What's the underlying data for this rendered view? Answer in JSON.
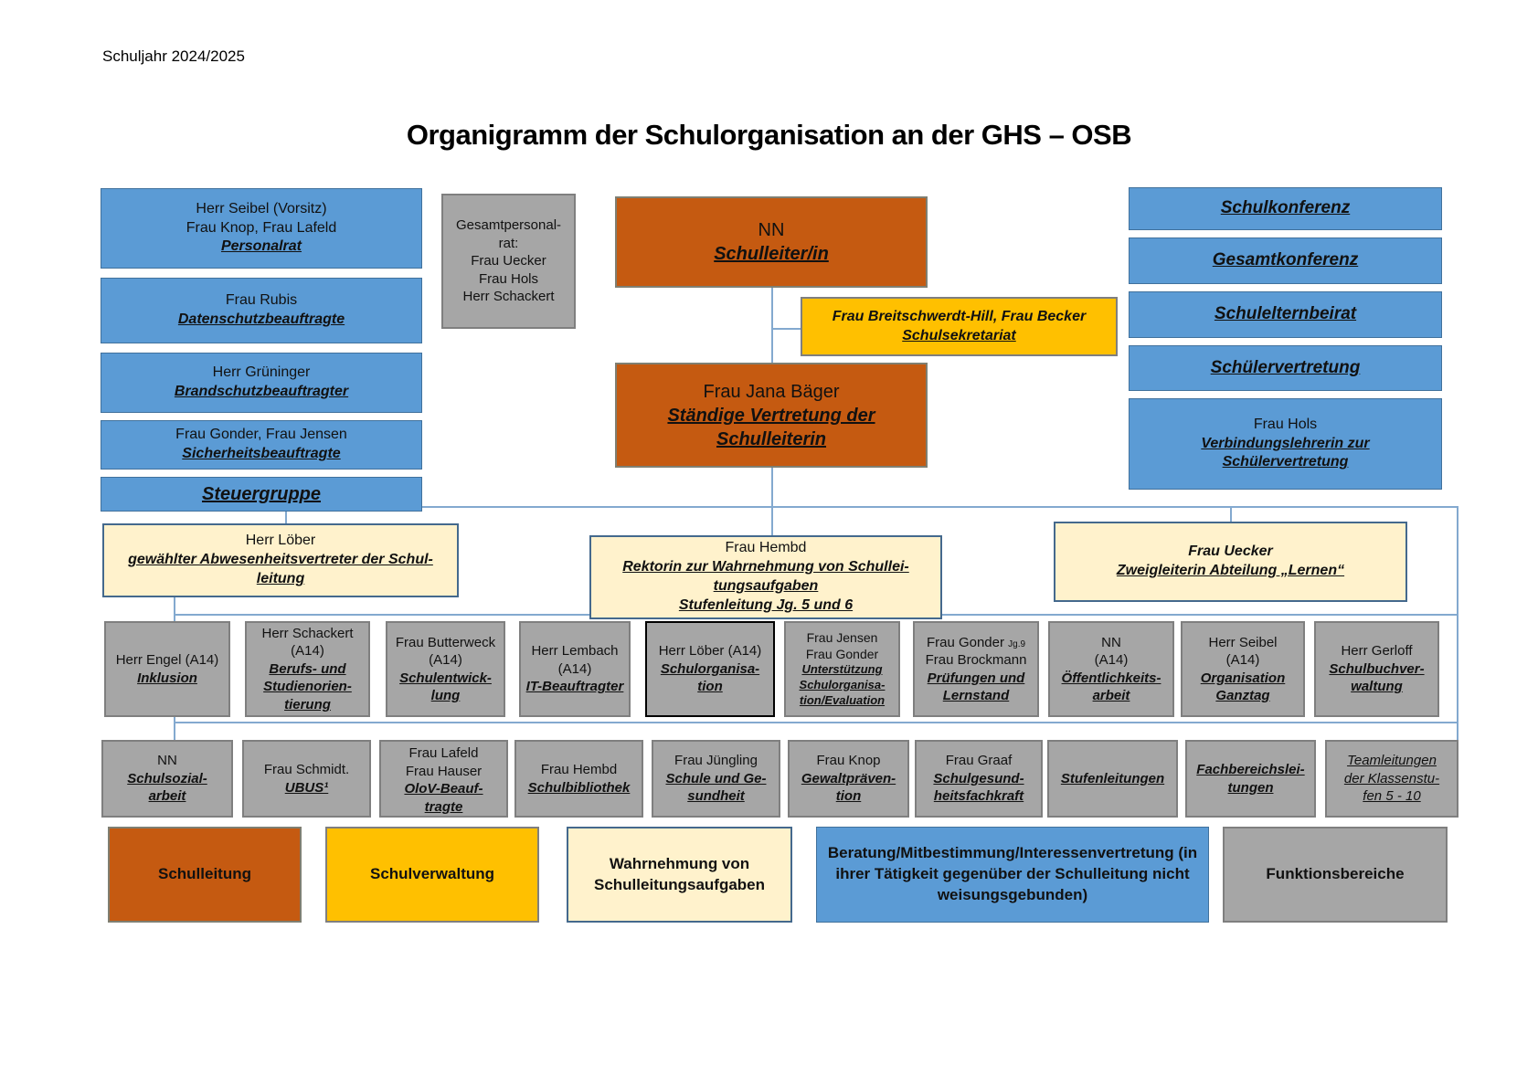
{
  "meta": {
    "schoolyear": "Schuljahr 2024/2025",
    "title": "Organigramm der Schulorganisation an der GHS – OSB"
  },
  "colors": {
    "blue": "#5b9bd5",
    "orange": "#c55a11",
    "yellow": "#ffc000",
    "cream": "#fff2cc",
    "gray": "#a6a6a6",
    "connector": "#83a9cf"
  },
  "left_column": [
    {
      "lines": [
        "Herr Seibel (Vorsitz)",
        "Frau Knop, Frau Lafeld",
        "Personalrat"
      ]
    },
    {
      "lines": [
        "Frau Rubis",
        "Datenschutzbeauftragte"
      ]
    },
    {
      "lines": [
        "Herr Grüninger",
        "Brandschutzbeauftragter"
      ]
    },
    {
      "lines": [
        "Frau Gonder, Frau Jensen",
        "Sicherheitsbeauftragte"
      ]
    },
    {
      "lines": [
        "Steuergruppe"
      ]
    }
  ],
  "gesamtpersonalrat": {
    "lines": [
      "Gesamtpersonal-",
      "rat:",
      "Frau Uecker",
      "Frau Hols",
      "Herr Schackert"
    ]
  },
  "center": {
    "schulleiter": {
      "lines": [
        "NN",
        "Schulleiter/in"
      ]
    },
    "sekretariat": {
      "lines": [
        "Frau Breitschwerdt-Hill, Frau Becker",
        "Schulsekretariat"
      ]
    },
    "vertretung": {
      "lines": [
        "Frau Jana Bäger",
        "Ständige Vertretung der",
        "Schulleiterin"
      ]
    }
  },
  "right_column": [
    {
      "lines": [
        "Schulkonferenz"
      ]
    },
    {
      "lines": [
        "Gesamtkonferenz"
      ]
    },
    {
      "lines": [
        "Schulelternbeirat"
      ]
    },
    {
      "lines": [
        "Schülervertretung"
      ]
    },
    {
      "lines": [
        "Frau Hols",
        "Verbindungslehrerin zur",
        "Schülervertretung"
      ]
    }
  ],
  "middle_row": [
    {
      "lines": [
        "Herr Löber",
        "gewählter Abwesenheitsvertreter der Schul-",
        "leitung"
      ]
    },
    {
      "lines": [
        "Frau Hembd",
        "Rektorin zur Wahrnehmung von Schullei-",
        "tungsaufgaben",
        "Stufenleitung Jg. 5 und 6"
      ]
    },
    {
      "lines": [
        "Frau Uecker",
        "Zweigleiterin Abteilung „Lernen“"
      ]
    }
  ],
  "function_row1": [
    {
      "lines": [
        "Herr Engel (A14)",
        "Inklusion"
      ]
    },
    {
      "lines": [
        "Herr Schackert",
        "(A14)",
        "Berufs- und",
        "Studienorien-",
        "tierung"
      ]
    },
    {
      "lines": [
        "Frau Butterweck",
        "(A14)",
        "Schulentwick-",
        "lung"
      ]
    },
    {
      "lines": [
        "Herr Lembach",
        "(A14)",
        "IT-Beauftragter"
      ]
    },
    {
      "lines": [
        "Herr Löber (A14)",
        "Schulorganisa-",
        "tion"
      ]
    },
    {
      "lines": [
        "Frau Jensen",
        "Frau Gonder",
        "Unterstützung",
        "Schulorganisa-",
        "tion/Evaluation"
      ]
    },
    {
      "lines": [
        "Frau Gonder",
        "Frau Brockmann",
        "Prüfungen und",
        "Lernstand"
      ],
      "suffix": "Jg.9"
    },
    {
      "lines": [
        "NN",
        "(A14)",
        "Öffentlichkeits-",
        "arbeit"
      ]
    },
    {
      "lines": [
        "Herr Seibel",
        "(A14)",
        "Organisation",
        "Ganztag"
      ]
    },
    {
      "lines": [
        "Herr Gerloff",
        "Schulbuchver-",
        "waltung"
      ]
    }
  ],
  "function_row2": [
    {
      "lines": [
        "NN",
        "Schulsozial-",
        "arbeit"
      ]
    },
    {
      "lines": [
        "Frau Schmidt.",
        "UBUS¹"
      ]
    },
    {
      "lines": [
        "Frau Lafeld",
        "Frau Hauser",
        "OloV-Beauf-",
        "tragte"
      ]
    },
    {
      "lines": [
        "Frau Hembd",
        "Schulbibliothek"
      ]
    },
    {
      "lines": [
        "Frau Jüngling",
        "Schule und Ge-",
        "sundheit"
      ]
    },
    {
      "lines": [
        "Frau Knop",
        "Gewaltpräven-",
        "tion"
      ]
    },
    {
      "lines": [
        "Frau Graaf",
        "Schulgesund-",
        "heitsfachkraft"
      ]
    },
    {
      "lines": [
        "Stufenleitungen"
      ]
    },
    {
      "lines": [
        "Fachbereichslei-",
        "tungen"
      ]
    },
    {
      "lines": [
        "Teamleitungen",
        "der Klassenstu-",
        "fen 5 - 10"
      ]
    }
  ],
  "legend": [
    {
      "label": "Schulleitung"
    },
    {
      "label": "Schulverwaltung"
    },
    {
      "label": "Wahrnehmung von Schulleitungsaufgaben"
    },
    {
      "label": "Beratung/Mitbestimmung/Interessenvertretung (in ihrer Tätigkeit gegenüber der Schulleitung nicht weisungsgebunden)"
    },
    {
      "label": "Funktionsbereiche"
    }
  ]
}
